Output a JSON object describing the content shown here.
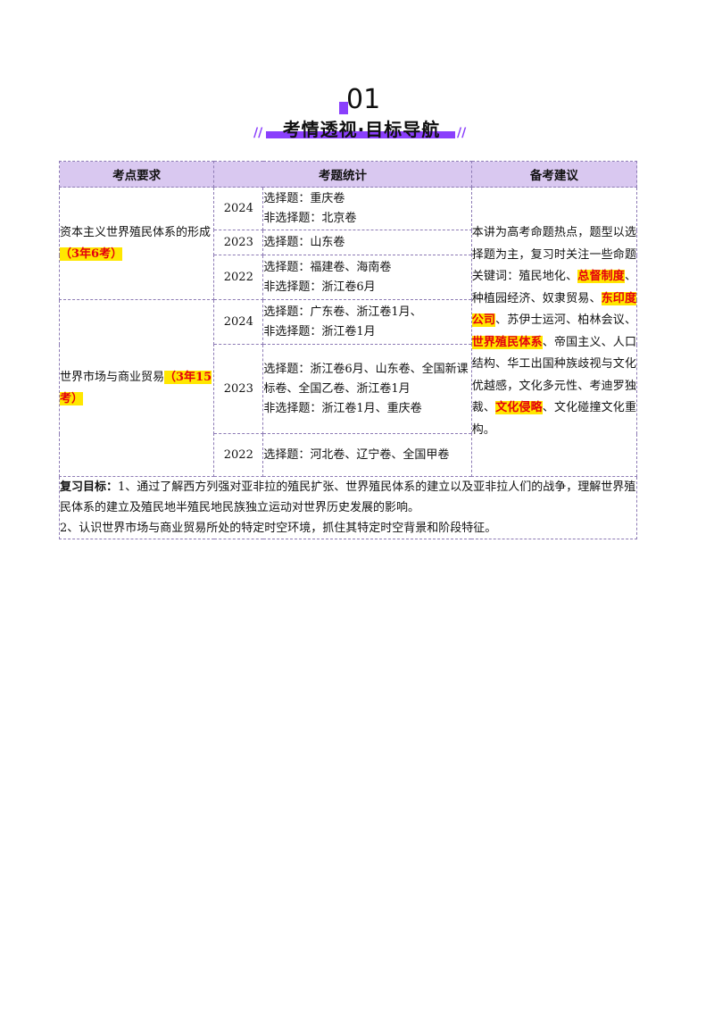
{
  "header": {
    "number": "01",
    "title": "考情透视·目标导航",
    "slash": "//"
  },
  "table": {
    "headers": [
      "考点要求",
      "考题统计",
      "备考建议"
    ],
    "topics": [
      {
        "name": "资本主义世界殖民体系的形成",
        "badge": "（3年6考）",
        "rows": [
          {
            "year": "2024",
            "lines": [
              "选择题：重庆卷",
              "非选择题：北京卷"
            ]
          },
          {
            "year": "2023",
            "lines": [
              "选择题：山东卷"
            ]
          },
          {
            "year": "2022",
            "lines": [
              "选择题：福建卷、海南卷",
              "非选择题：浙江卷6月"
            ]
          }
        ]
      },
      {
        "name": "世界市场与商业贸易",
        "badge": "（3年15考）",
        "rows": [
          {
            "year": "2024",
            "lines": [
              "选择题：广东卷、浙江卷1月、",
              "非选择题：浙江卷1月"
            ]
          },
          {
            "year": "2023",
            "lines": [
              "选择题：浙江卷6月、山东卷、全国新课标卷、全国乙卷、浙江卷1月",
              "非选择题：浙江卷1月、重庆卷"
            ]
          },
          {
            "year": "2022",
            "lines": [
              "选择题：河北卷、辽宁卷、全国甲卷"
            ]
          }
        ]
      }
    ],
    "advice": {
      "t1": "本讲为高考命题热点，题型以选择题为主，复习时关注一些命题关键词：殖民地化、",
      "k1": "总督制度",
      "t2": "、种植园经济、奴隶贸易、",
      "k2": "东印度公司",
      "t3": "、苏伊士运河、柏林会议、",
      "k3": "世界殖民体系",
      "t4": "、帝国主义、人口结构、华工出国种族歧视与文化优越感，文化多元性、考迪罗独裁、",
      "k4": "文化侵略",
      "t5": "、文化碰撞文化重构。"
    },
    "goals": {
      "label": "复习目标：",
      "line1": "1、通过了解西方列强对亚非拉的殖民扩张、世界殖民体系的建立以及亚非拉人们的战争，理解世界殖民体系的建立及殖民地半殖民地民族独立运动对世界历史发展的影响。",
      "line2": "2、认识世界市场与商业贸易所处的特定时空环境，抓住其特定时空背景和阶段特征。"
    }
  }
}
